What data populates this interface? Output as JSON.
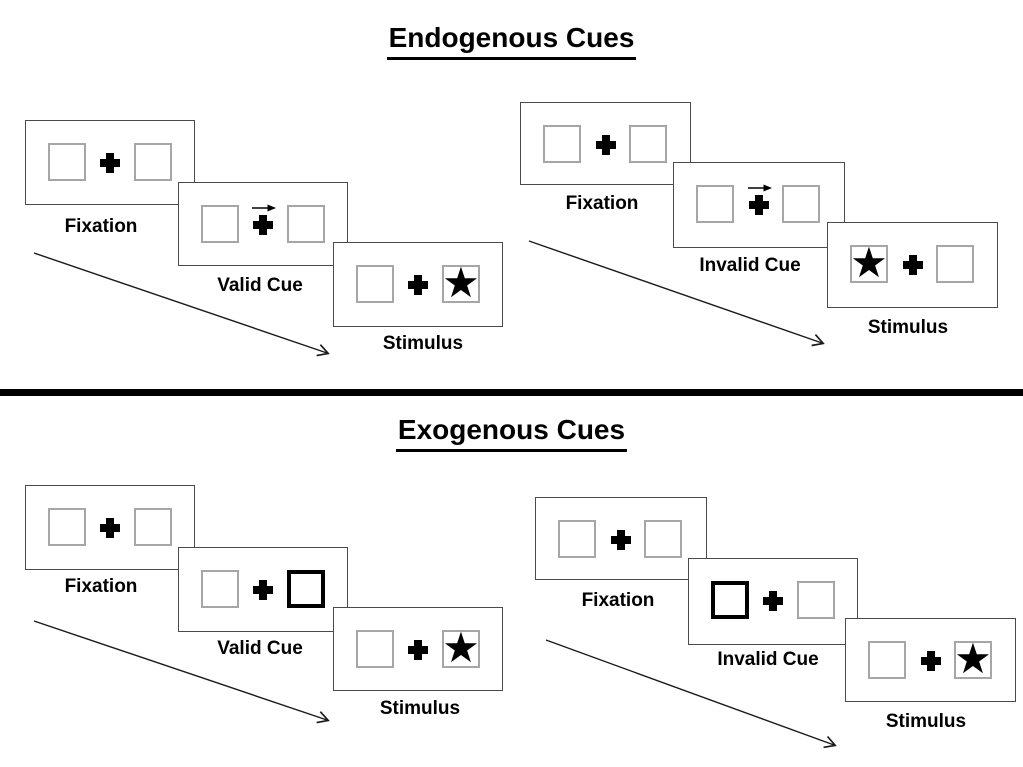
{
  "diagram": {
    "endogenous": {
      "title": "Endogenous Cues",
      "valid": {
        "fixation": "Fixation",
        "cue": "Valid Cue",
        "stimulus": "Stimulus"
      },
      "invalid": {
        "fixation": "Fixation",
        "cue": "Invalid Cue",
        "stimulus": "Stimulus"
      }
    },
    "exogenous": {
      "title": "Exogenous Cues",
      "valid": {
        "fixation": "Fixation",
        "cue": "Valid Cue",
        "stimulus": "Stimulus"
      },
      "invalid": {
        "fixation": "Fixation",
        "cue": "Invalid Cue",
        "stimulus": "Stimulus"
      }
    },
    "glyphs": {
      "star": "★"
    },
    "colors": {
      "ink": "#000000",
      "panel_border": "#4a4a4a",
      "placeholder_border": "#a6a6a6",
      "highlight_border": "#000000"
    }
  }
}
